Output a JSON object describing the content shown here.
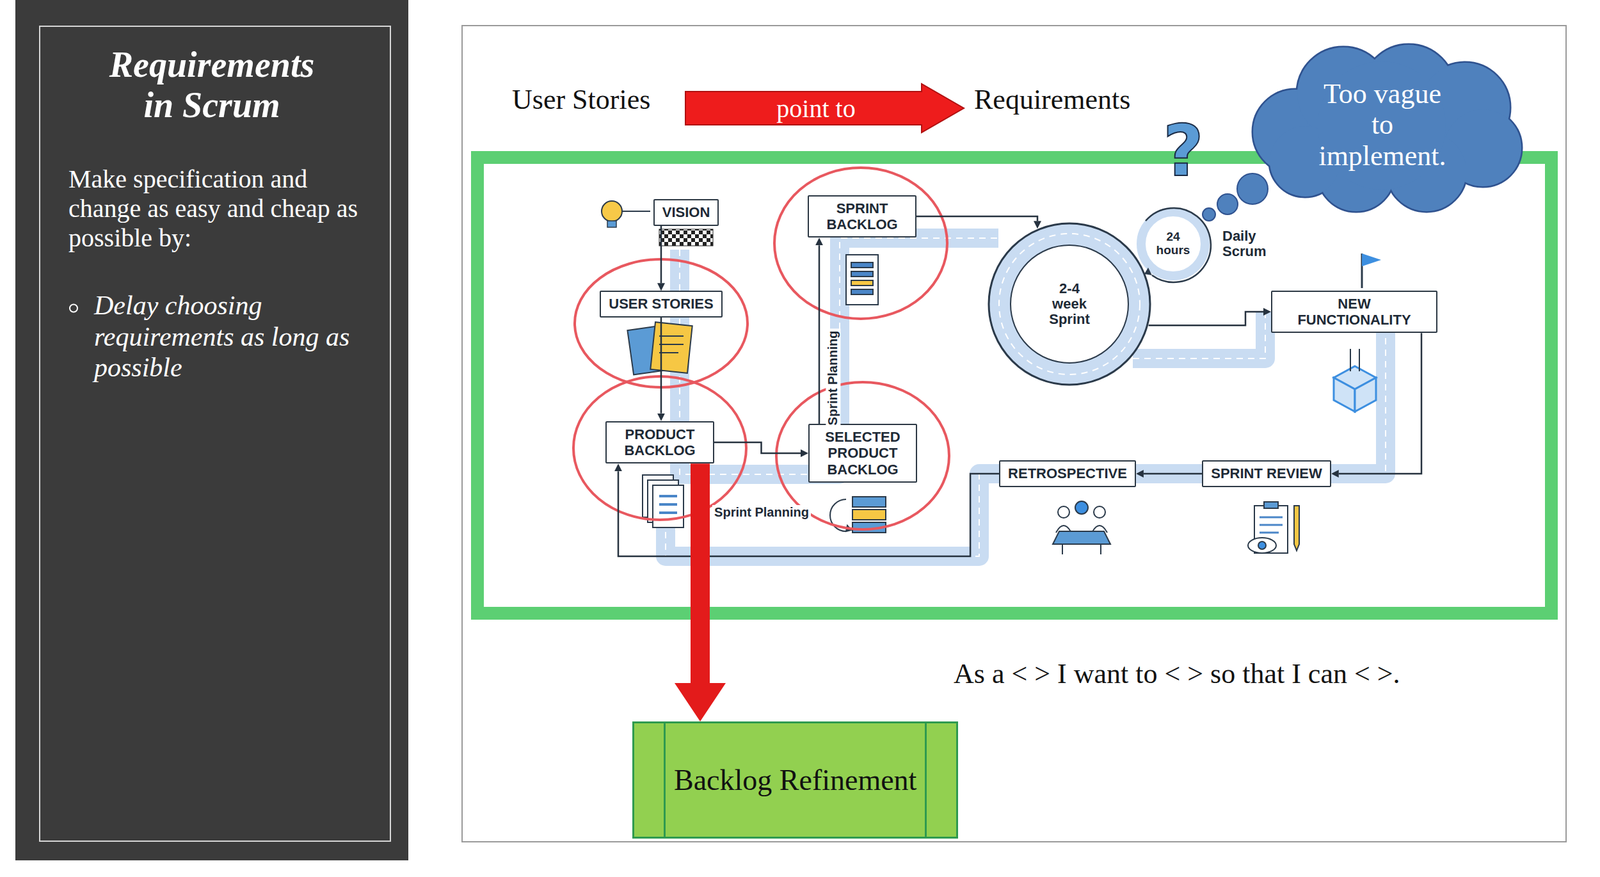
{
  "diagram": {
    "nodes": [
      {
        "text": [
          "Requirements in Scrum",
          "Make specification and change as easy and cheap as possible by:",
          "Delay choosing requirements as long as possible"
        ]
      },
      {
        "text": [
          "Too vague to implement."
        ]
      },
      {
        "text": [
          "VISION"
        ]
      },
      {
        "text": [
          "USER STORIES"
        ]
      },
      {
        "text": [
          "SPRINT BACKLOG"
        ]
      },
      {
        "text": [
          "2-4 week Sprint"
        ]
      },
      {
        "text": [
          "NEW FUNCTIONALITY"
        ]
      },
      {
        "text": [
          "PRODUCT BACKLOG"
        ]
      },
      {
        "text": [
          "SELECTED PRODUCT BACKLOG"
        ]
      },
      {
        "text": [
          "RETROSPECTIVE"
        ]
      },
      {
        "text": [
          "SPRINT REVIEW"
        ]
      },
      {
        "text": [
          "Backlog Refinement"
        ]
      }
    ],
    "edges": [
      {
        "from": 2,
        "to": 3,
        "arrow": "to"
      },
      {
        "from": 3,
        "to": 7,
        "arrow": "to"
      },
      {
        "from": 7,
        "to": 8,
        "arrow": "to",
        "label": "Sprint Planning"
      },
      {
        "from": 8,
        "to": 4,
        "arrow": "to",
        "label": "Sprint Planning"
      },
      {
        "from": 4,
        "to": 5,
        "arrow": "to"
      },
      {
        "from": 5,
        "to": 6,
        "arrow": "to"
      },
      {
        "from": 6,
        "to": 10,
        "arrow": "to"
      },
      {
        "from": 10,
        "to": 9,
        "arrow": "to"
      },
      {
        "from": 9,
        "to": 7,
        "arrow": "to"
      },
      {
        "from": 7,
        "to": 11,
        "arrow": "to"
      }
    ],
    "labels": [
      "User Stories",
      "point to",
      "Requirements",
      "?",
      "24 hours",
      "Daily Scrum",
      "As a < > I want to < > so that I can < >."
    ]
  }
}
